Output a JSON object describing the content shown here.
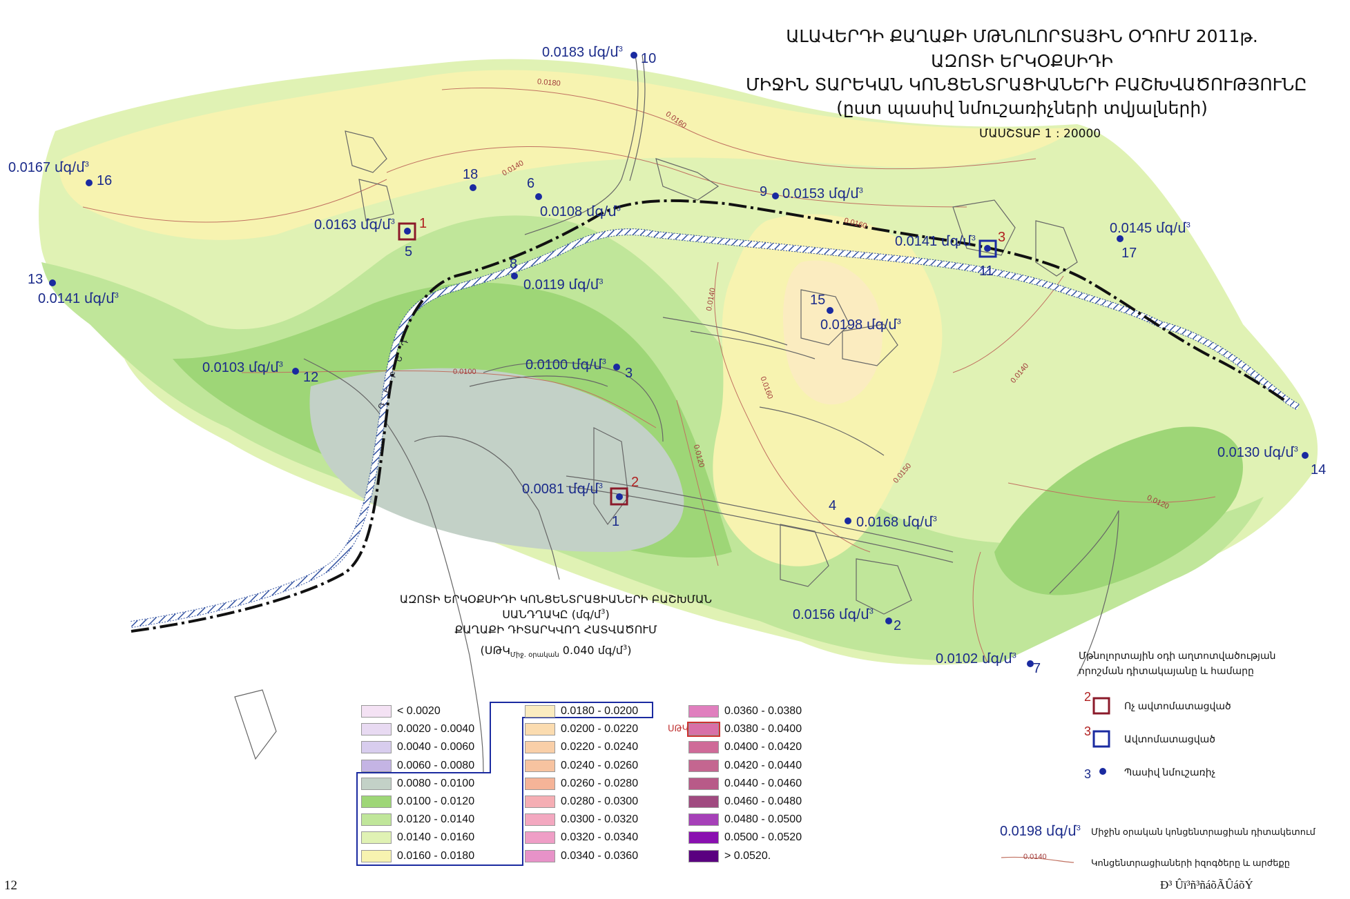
{
  "title": {
    "line1": "ԱԼԱՎԵՐԴԻ ՔԱՂԱՔԻ ՄԹՆՈԼՈՐՏԱՅԻՆ ՕԴՈՒՄ 2011թ.",
    "line2": "ԱԶՈՏԻ ԵՐԿՕՔՍԻԴԻ",
    "line3": "ՄԻՋԻՆ ՏԱՐԵԿԱՆ ԿՈՆՑԵՆՏՐԱՑԻԱՆԵՐԻ ԲԱՇԽՎԱԾՈՒԹՅՈՒՆԸ",
    "line4": "(ըստ պասիվ նմուշառիչների տվյալների)",
    "scale": "ՄԱՍՇՏԱԲ  1 : 20000"
  },
  "stations": [
    {
      "num": "10",
      "value": "0.0183 մգ/մ",
      "unit_sup": "3"
    },
    {
      "num": "16",
      "value": "0.0167 մգ/մ",
      "unit_sup": "3"
    },
    {
      "num": "18",
      "value": "",
      "unit_sup": ""
    },
    {
      "num": "6",
      "value": "0.0108 մգ/մ",
      "unit_sup": "3"
    },
    {
      "num": "9",
      "value": "0.0153 մգ/մ",
      "unit_sup": "3"
    },
    {
      "num": "5",
      "value": "0.0163 մգ/մ",
      "unit_sup": "3"
    },
    {
      "num": "11",
      "value": "0.0141 մգ/մ",
      "unit_sup": "3"
    },
    {
      "num": "17",
      "value": "0.0145 մգ/մ",
      "unit_sup": "3"
    },
    {
      "num": "13",
      "value": "0.0141 մգ/մ",
      "unit_sup": "3"
    },
    {
      "num": "8",
      "value": "0.0119 մգ/մ",
      "unit_sup": "3"
    },
    {
      "num": "15",
      "value": "0.0198 մգ/մ",
      "unit_sup": "3"
    },
    {
      "num": "12",
      "value": "0.0103 մգ/մ",
      "unit_sup": "3"
    },
    {
      "num": "3",
      "value": "0.0100 մգ/մ",
      "unit_sup": "3"
    },
    {
      "num": "14",
      "value": "0.0130 մգ/մ",
      "unit_sup": "3"
    },
    {
      "num": "1",
      "value": "0.0081 մգ/մ",
      "unit_sup": "3"
    },
    {
      "num": "4",
      "value": "0.0168 մգ/մ",
      "unit_sup": "3"
    },
    {
      "num": "2",
      "value": "0.0156 մգ/մ",
      "unit_sup": "3"
    },
    {
      "num": "7",
      "value": "0.0102 մգ/մ",
      "unit_sup": "3"
    }
  ],
  "posts": [
    {
      "num": "1",
      "type": "non-automatic"
    },
    {
      "num": "2",
      "type": "non-automatic"
    },
    {
      "num": "3",
      "type": "automatic"
    }
  ],
  "isolines": [
    "0.0180",
    "0.0160",
    "0.0140",
    "0.0160",
    "0.0140",
    "0.0100",
    "0.0160",
    "0.0120",
    "0.0150",
    "0.0140",
    "0.0120"
  ],
  "river_label": "Դ Ե Բ Ե Դ",
  "legend": {
    "title1": "ԱԶՈՏԻ ԵՐԿՕՔՍԻԴԻ ԿՈՆՑԵՆՏՐԱՑԻԱՆԵՐԻ ԲԱՇԽՄԱՆ",
    "title2": "ՍԱՆԴՂԱԿԸ  (մգ/մ",
    "title2_sup": "3",
    "title2_end": ")",
    "title3": "ՔԱՂԱՔԻ ԴԻՏԱՐԿՎՈՂ ՀԱՏՎԱԾՈՒՄ",
    "title4_a": "(ՍԹԿ",
    "title4_sub": "Միջ. օրական",
    "title4_b": " 0.040 մգ/մ",
    "title4_sup": "3",
    "title4_c": ")",
    "pdk_tag": "ՍԹԿ",
    "classes": [
      {
        "label": "< 0.0020",
        "color": "#f4e2f4"
      },
      {
        "label": "0.0020 - 0.0040",
        "color": "#e8daf2"
      },
      {
        "label": "0.0040 - 0.0060",
        "color": "#d8cdee"
      },
      {
        "label": "0.0060 - 0.0080",
        "color": "#c4b4e4"
      },
      {
        "label": "0.0080 - 0.0100",
        "color": "#c3d1c7"
      },
      {
        "label": "0.0100 - 0.0120",
        "color": "#9ed677"
      },
      {
        "label": "0.0120 - 0.0140",
        "color": "#c0e69a"
      },
      {
        "label": "0.0140 - 0.0160",
        "color": "#e0f2b4"
      },
      {
        "label": "0.0160 - 0.0180",
        "color": "#f7f3b0"
      },
      {
        "label": "0.0180 - 0.0200",
        "color": "#fbecc0"
      },
      {
        "label": "0.0200 - 0.0220",
        "color": "#fbdcb0"
      },
      {
        "label": "0.0220 - 0.0240",
        "color": "#f9cfa8"
      },
      {
        "label": "0.0240 - 0.0260",
        "color": "#f7c3a0"
      },
      {
        "label": "0.0260 - 0.0280",
        "color": "#f5b498"
      },
      {
        "label": "0.0280 - 0.0300",
        "color": "#f5aeb4"
      },
      {
        "label": "0.0300 - 0.0320",
        "color": "#f3a8c0"
      },
      {
        "label": "0.0320 - 0.0340",
        "color": "#ef9ec6"
      },
      {
        "label": "0.0340 - 0.0360",
        "color": "#e792c8"
      },
      {
        "label": "0.0360 - 0.0380",
        "color": "#e07fbe"
      },
      {
        "label": "0.0380 - 0.0400",
        "color": "#d870a8"
      },
      {
        "label": "0.0400 - 0.0420",
        "color": "#cf6b98"
      },
      {
        "label": "0.0420 - 0.0440",
        "color": "#c46690"
      },
      {
        "label": "0.0440 - 0.0460",
        "color": "#b85a88"
      },
      {
        "label": "0.0460 - 0.0480",
        "color": "#a04a80"
      },
      {
        "label": "0.0480 - 0.0500",
        "color": "#a640b8"
      },
      {
        "label": "0.0500 - 0.0520",
        "color": "#8a10b0"
      },
      {
        "label": "> 0.0520.",
        "color": "#5a0080"
      }
    ]
  },
  "right_legend": {
    "heading1": "Մթնոլորտային օդի աղտոտվածության",
    "heading2": "որոշման դիտակայանը և համարը",
    "nonauto_num": "2",
    "nonauto_label": "Ոչ ավտոմատացված",
    "auto_num": "3",
    "auto_label": "Ավտոմատացված",
    "passive_num": "3",
    "passive_label": "Պասիվ նմուշառիչ",
    "sample_value": "0.0198 մգ/մ",
    "sample_sup": "3",
    "sample_label": "Միջին օրական կոնցենտրացիան դիտակետում",
    "isoline_value": "0.0140",
    "isoline_label": "Կոնցենտրացիաների իզոգծերը և արժեքը"
  },
  "footer": {
    "page_number": "12",
    "right_text": "Ð³ Ûï³ñ³ñáõÃÛáõÝ"
  },
  "colors": {
    "station_blue": "#1a2aa0",
    "post_red": "#8b1a2a",
    "river": "#3050a0",
    "isoline": "#c07060"
  }
}
